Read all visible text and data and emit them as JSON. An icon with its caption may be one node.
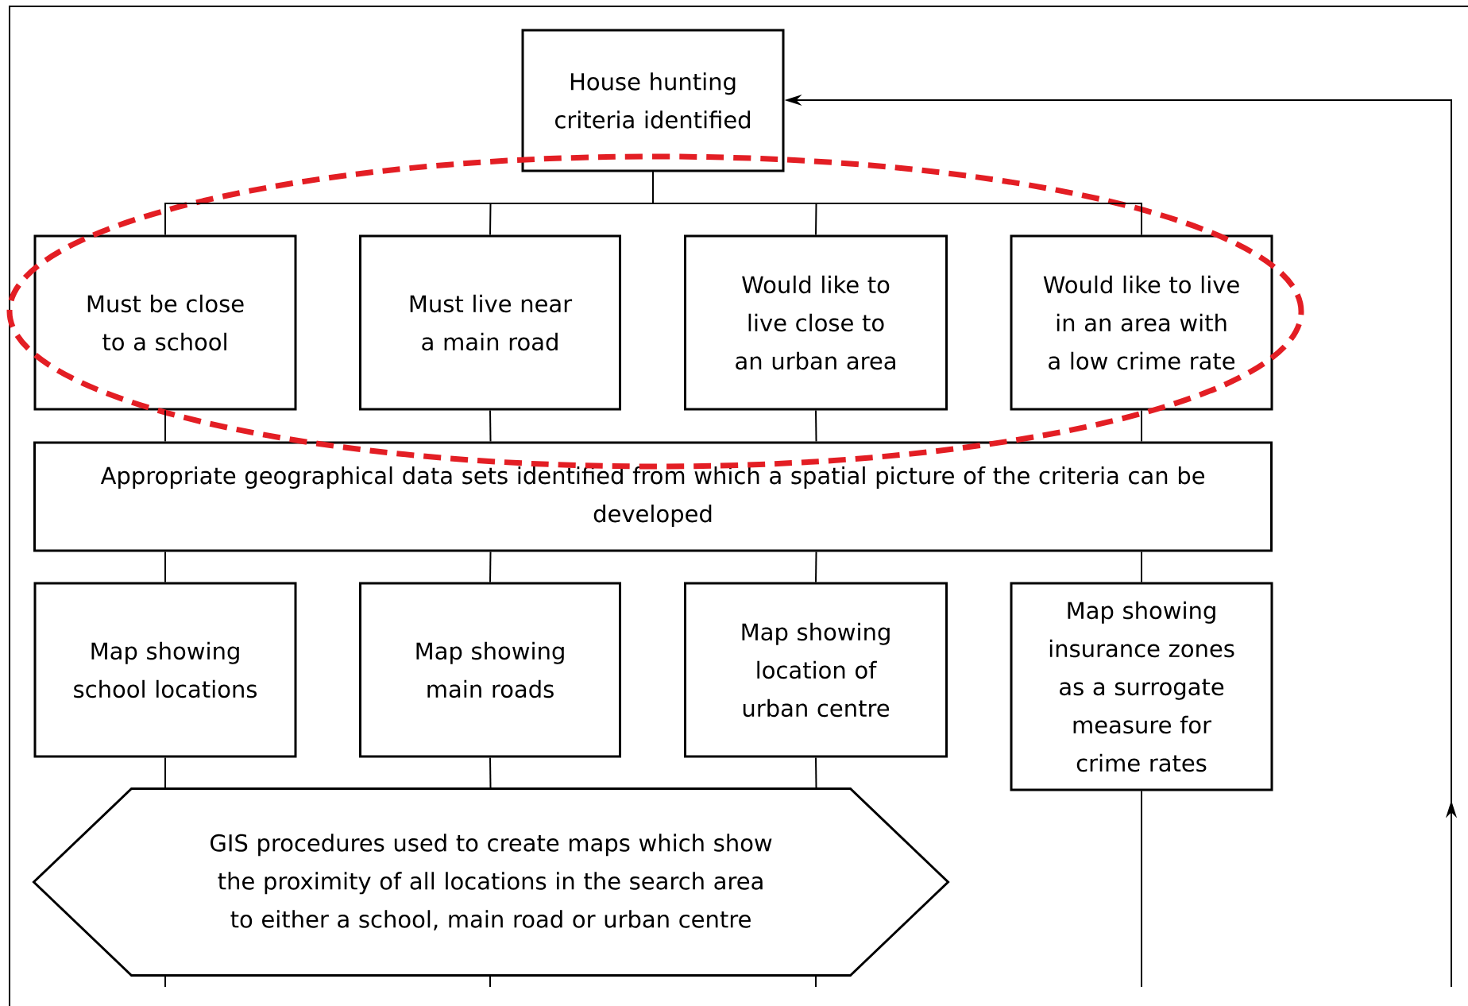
{
  "diagram": {
    "nodes": [
      {
        "text": [
          "House hunting criteria identified"
        ]
      },
      {
        "text": [
          "Must be close to a school"
        ]
      },
      {
        "text": [
          "Must live near a main road"
        ]
      },
      {
        "text": [
          "Would like to live close to an urban area"
        ]
      },
      {
        "text": [
          "Would like to live in an area with a low crime rate"
        ]
      },
      {
        "text": [
          "Appropriate geographical data sets identified from which a spatial picture of the criteria can be developed"
        ]
      },
      {
        "text": [
          "Map showing school locations"
        ]
      },
      {
        "text": [
          "Map showing main roads"
        ]
      },
      {
        "text": [
          "Map showing location of urban centre"
        ]
      },
      {
        "text": [
          "Map showing insurance zones as a surrogate measure for crime rates"
        ]
      },
      {
        "text": [
          "GIS procedures used to create maps which show the proximity of all locations in the search area to either a school, main road or urban centre"
        ]
      }
    ],
    "edges": [
      {
        "from": 0,
        "to": 1,
        "arrow": "none"
      },
      {
        "from": 0,
        "to": 2,
        "arrow": "none"
      },
      {
        "from": 0,
        "to": 3,
        "arrow": "none"
      },
      {
        "from": 0,
        "to": 4,
        "arrow": "none"
      },
      {
        "from": 1,
        "to": 5,
        "arrow": "none"
      },
      {
        "from": 2,
        "to": 5,
        "arrow": "none"
      },
      {
        "from": 3,
        "to": 5,
        "arrow": "none"
      },
      {
        "from": 4,
        "to": 5,
        "arrow": "none"
      },
      {
        "from": 5,
        "to": 6,
        "arrow": "none"
      },
      {
        "from": 5,
        "to": 7,
        "arrow": "none"
      },
      {
        "from": 5,
        "to": 8,
        "arrow": "none"
      },
      {
        "from": 5,
        "to": 9,
        "arrow": "none"
      },
      {
        "from": 6,
        "to": 10,
        "arrow": "none"
      },
      {
        "from": 7,
        "to": 10,
        "arrow": "none"
      },
      {
        "from": 8,
        "to": 10,
        "arrow": "none"
      },
      {
        "from": 10,
        "to": null,
        "arrow": "none"
      },
      {
        "from": 10,
        "to": null,
        "arrow": "none"
      },
      {
        "from": 10,
        "to": null,
        "arrow": "none"
      },
      {
        "from": 9,
        "to": null,
        "arrow": "none"
      },
      {
        "from": null,
        "to": 0,
        "arrow": "to"
      }
    ]
  }
}
